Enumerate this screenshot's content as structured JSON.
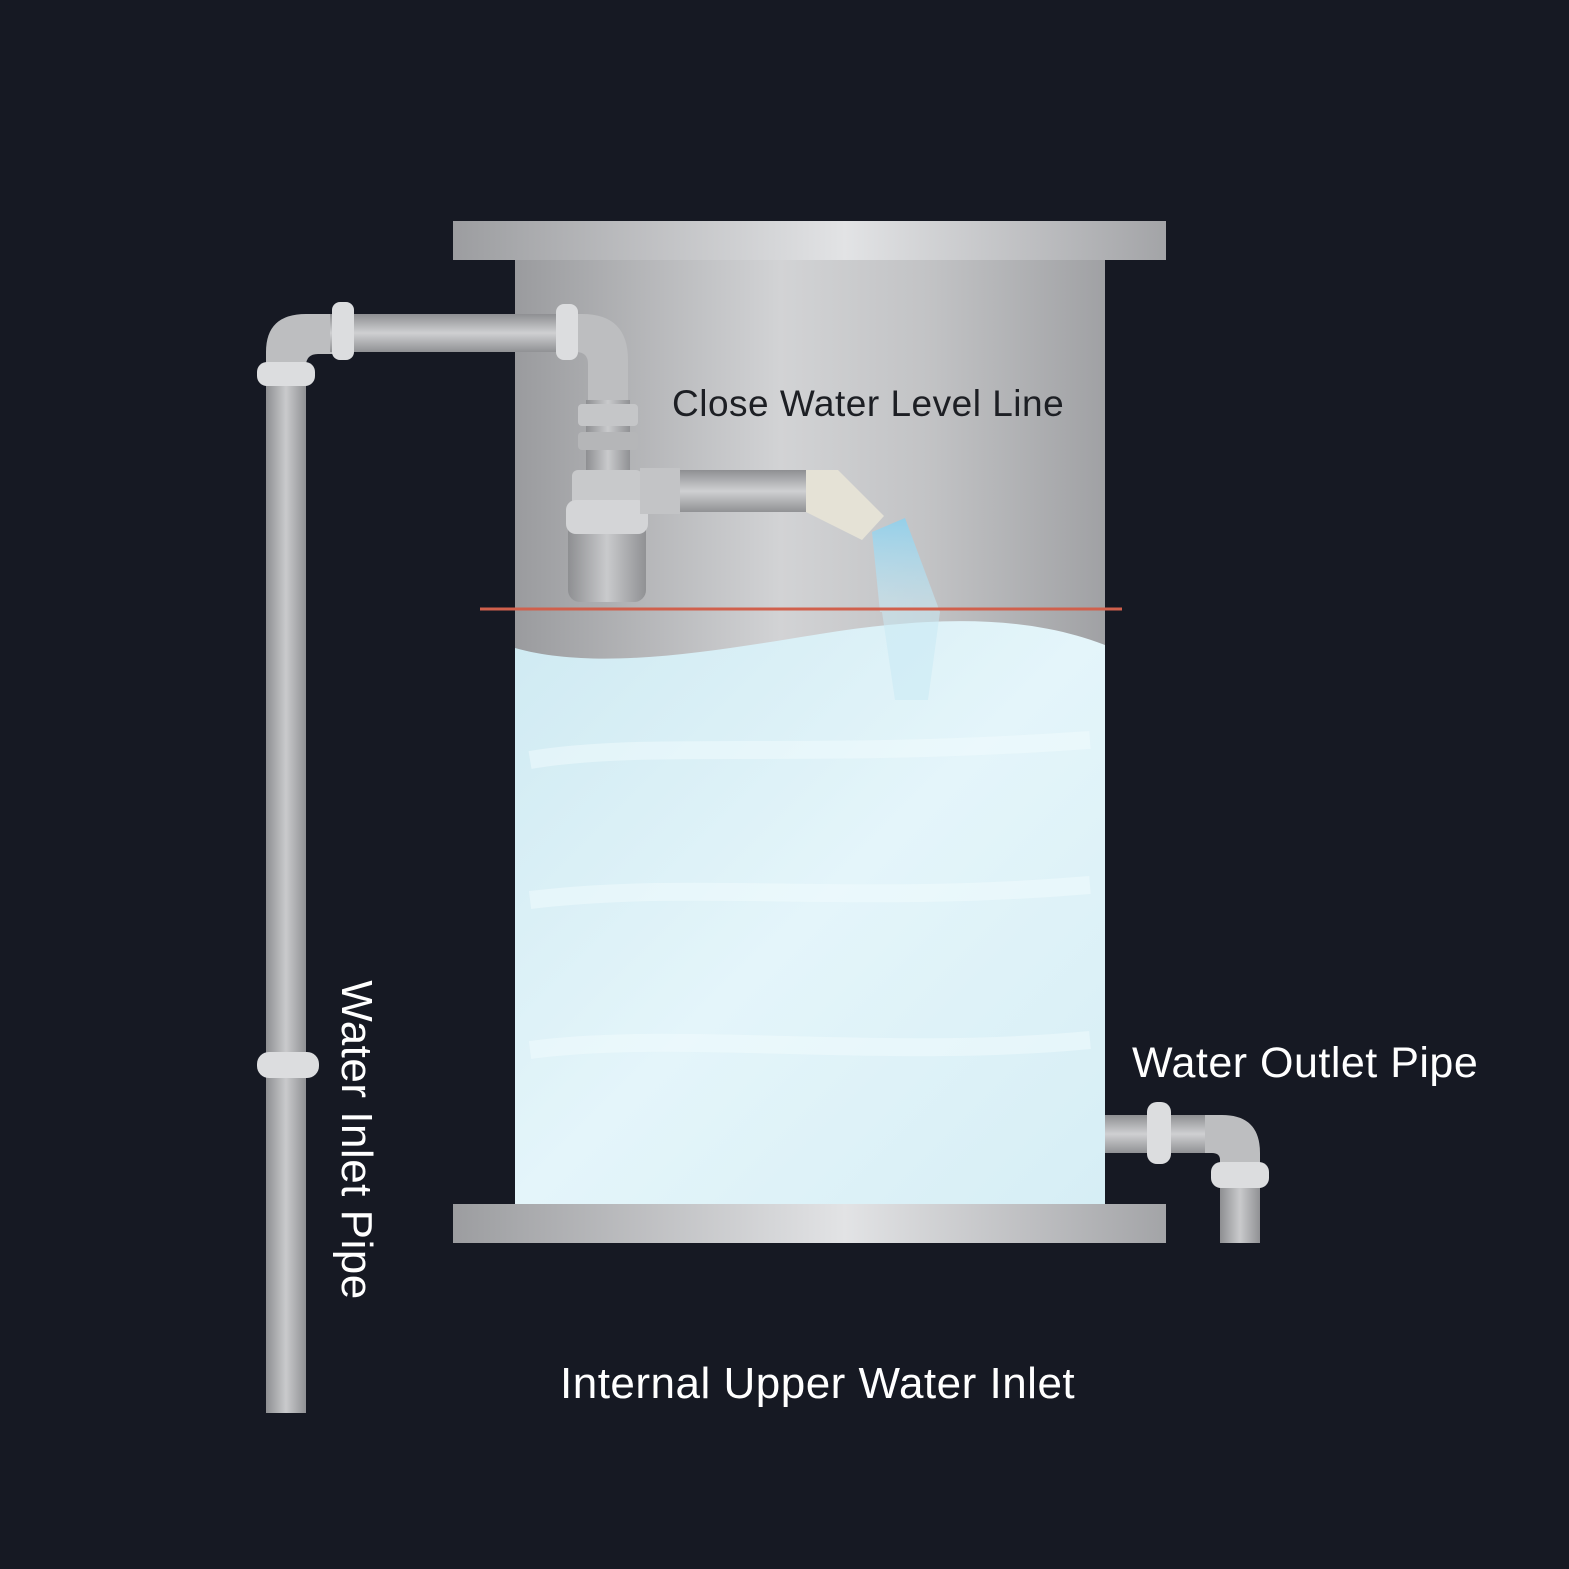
{
  "labels": {
    "close_water_level_line": "Close Water Level Line",
    "water_outlet_pipe": "Water Outlet Pipe",
    "water_inlet_pipe": "Water Inlet Pipe",
    "internal_upper_water_inlet": "Internal Upper Water Inlet"
  },
  "colors": {
    "background": "#161923",
    "tank_steel": "#b8b9bb",
    "water": "#dff3f8",
    "level_line": "#d0604c",
    "pipe": "#a9a9ab"
  }
}
